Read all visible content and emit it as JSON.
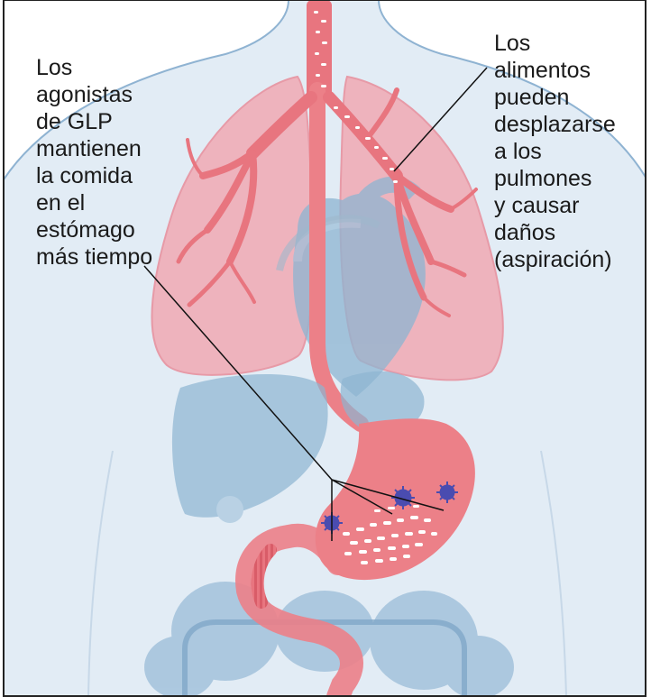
{
  "annotations": {
    "left_lines": [
      "Los",
      "agonistas",
      "de GLP",
      "mantienen",
      "la comida",
      "en el",
      "estómago",
      "más tiempo"
    ],
    "right_lines": [
      "Los",
      "alimentos",
      "pueden",
      "desplazarse",
      "a los",
      "pulmones",
      "y causar",
      "daños",
      "(aspiración)"
    ]
  },
  "colors": {
    "body_fill": "#e2ecf5",
    "body_outline": "#8fb3d2",
    "lung_fill": "#eeb3bd",
    "airway": "#e8757f",
    "organ_blue": "#8db5d2",
    "stomach": "#ec8088",
    "food_particles": "#ffffff",
    "bacteria": "#4a4cb0",
    "frame_border": "#222222",
    "leader_line": "#111111"
  }
}
